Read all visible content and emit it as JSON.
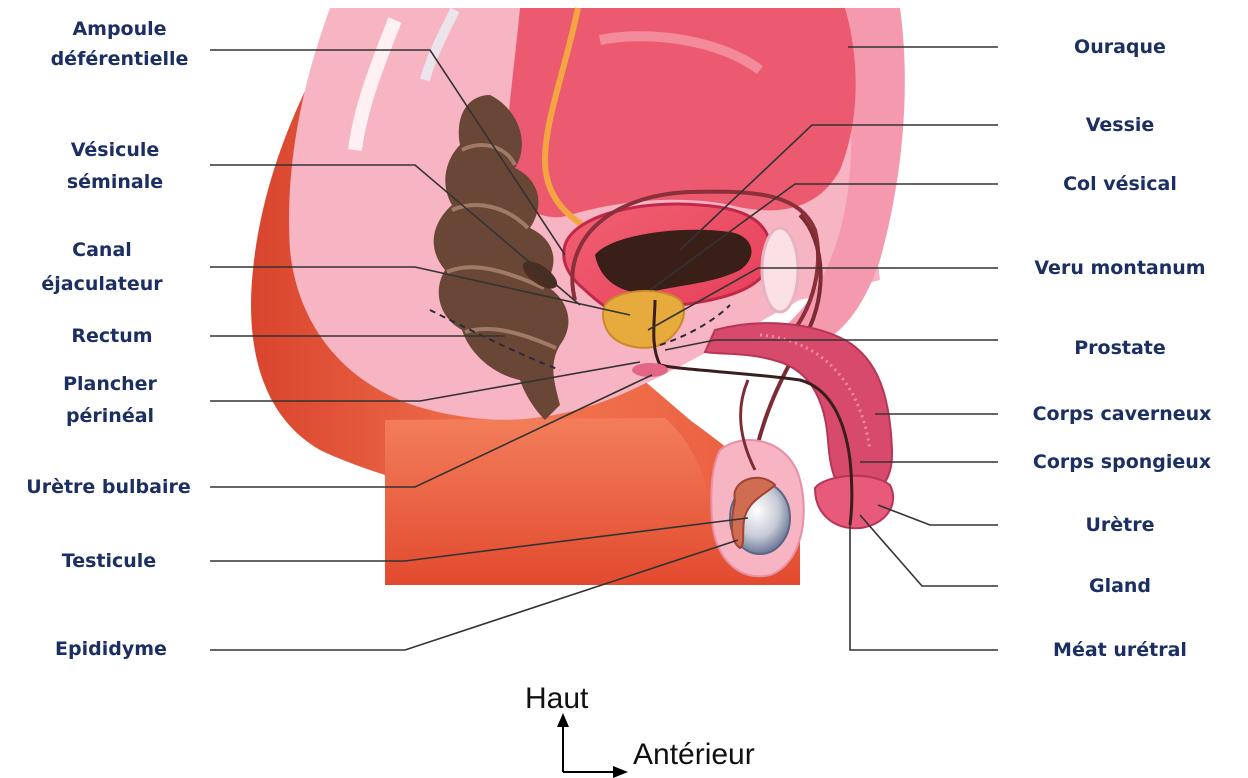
{
  "labels_left": [
    {
      "id": "ampoule",
      "text": "Ampoule déférentielle"
    },
    {
      "id": "vesicule",
      "text": "Vésicule séminale"
    },
    {
      "id": "canal",
      "text": "Canal éjaculateur"
    },
    {
      "id": "rectum",
      "text": "Rectum"
    },
    {
      "id": "plancher",
      "text": "Plancher périnéal"
    },
    {
      "id": "uretre_bulbaire",
      "text": "Urètre bulbaire"
    },
    {
      "id": "testicule",
      "text": "Testicule"
    },
    {
      "id": "epididyme",
      "text": "Epididyme"
    }
  ],
  "labels_right": [
    {
      "id": "ouraque",
      "text": "Ouraque"
    },
    {
      "id": "vessie",
      "text": "Vessie"
    },
    {
      "id": "col",
      "text": "Col vésical"
    },
    {
      "id": "veru",
      "text": "Veru montanum"
    },
    {
      "id": "prostate",
      "text": "Prostate"
    },
    {
      "id": "caverneux",
      "text": "Corps caverneux"
    },
    {
      "id": "spongieux",
      "text": "Corps spongieux"
    },
    {
      "id": "uretre",
      "text": "Urètre"
    },
    {
      "id": "gland",
      "text": "Gland"
    },
    {
      "id": "meat",
      "text": "Méat urétral"
    }
  ],
  "orientation": {
    "up_label": "Haut",
    "forward_label": "Antérieur"
  },
  "colors": {
    "label_text": "#1c2f63",
    "body_orange": "#f0704f",
    "body_pink": "#f6a9b8",
    "organ_red": "#e8546a",
    "rectum_brown": "#5e3f2f",
    "prostate_gold": "#e7aa3c",
    "leader_line": "#333333"
  }
}
